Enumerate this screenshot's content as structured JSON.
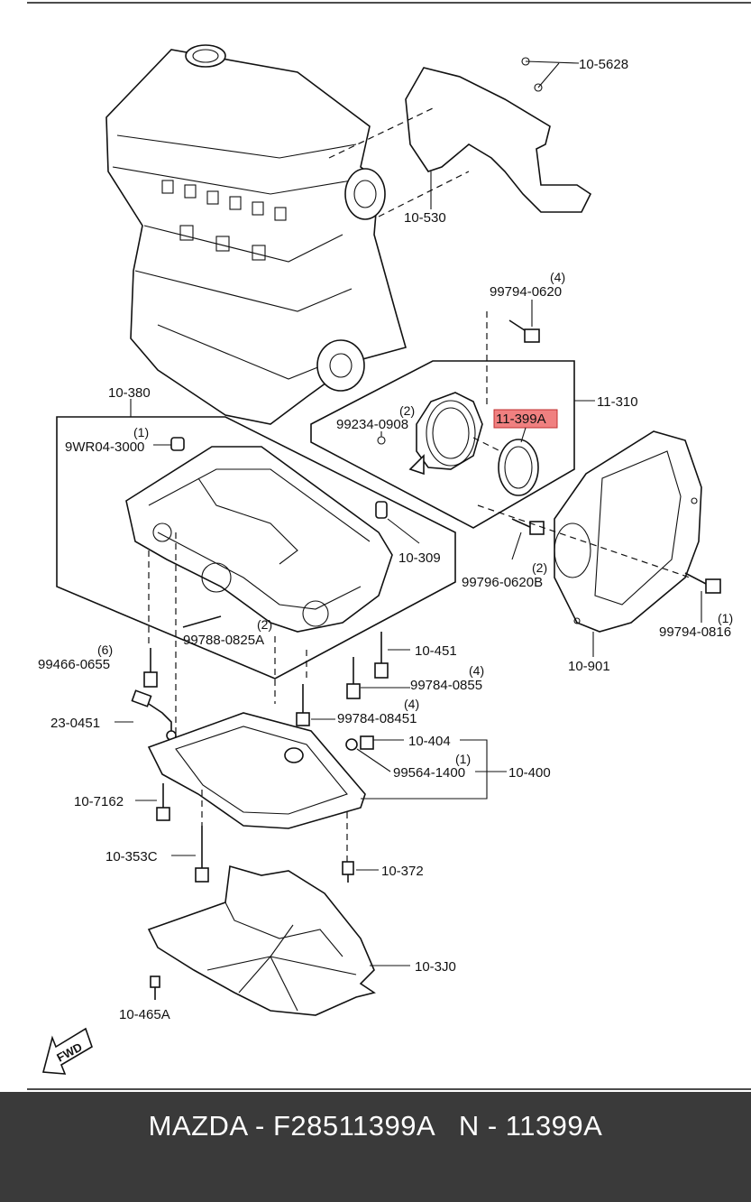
{
  "labels": {
    "l_10_5628": "10-5628",
    "l_10_530": "10-530",
    "l_99794_0620": "99794-0620",
    "q_99794_0620": "(4)",
    "l_10_380": "10-380",
    "l_11_310": "11-310",
    "l_99234_0908": "99234-0908",
    "q_99234_0908": "(2)",
    "l_11_399a": "11-399A",
    "l_9wr04_3000": "9WR04-3000",
    "q_9wr04_3000": "(1)",
    "l_10_309": "10-309",
    "l_99796_0620b": "99796-0620B",
    "q_99796_0620b": "(2)",
    "l_99794_0816": "99794-0816",
    "q_99794_0816": "(1)",
    "l_99788_0825a": "99788-0825A",
    "q_99788_0825a": "(2)",
    "l_99466_0655": "99466-0655",
    "q_99466_0655": "(6)",
    "l_10_451": "10-451",
    "l_10_901": "10-901",
    "l_99784_0855": "99784-0855",
    "q_99784_0855": "(4)",
    "l_23_0451": "23-0451",
    "l_99784_08451": "99784-08451",
    "q_99784_08451": "(4)",
    "l_10_404": "10-404",
    "l_99564_1400": "99564-1400",
    "q_99564_1400": "(1)",
    "l_10_400": "10-400",
    "l_10_7162": "10-7162",
    "l_10_353c": "10-353C",
    "l_10_372": "10-372",
    "l_10_3j0": "10-3J0",
    "l_10_465a": "10-465A",
    "fwd": "FWD"
  },
  "highlight_color": "#f08080",
  "footer": {
    "text": "MAZDA - F28511399A   N - 11399A",
    "background": "#3a3a3a"
  }
}
